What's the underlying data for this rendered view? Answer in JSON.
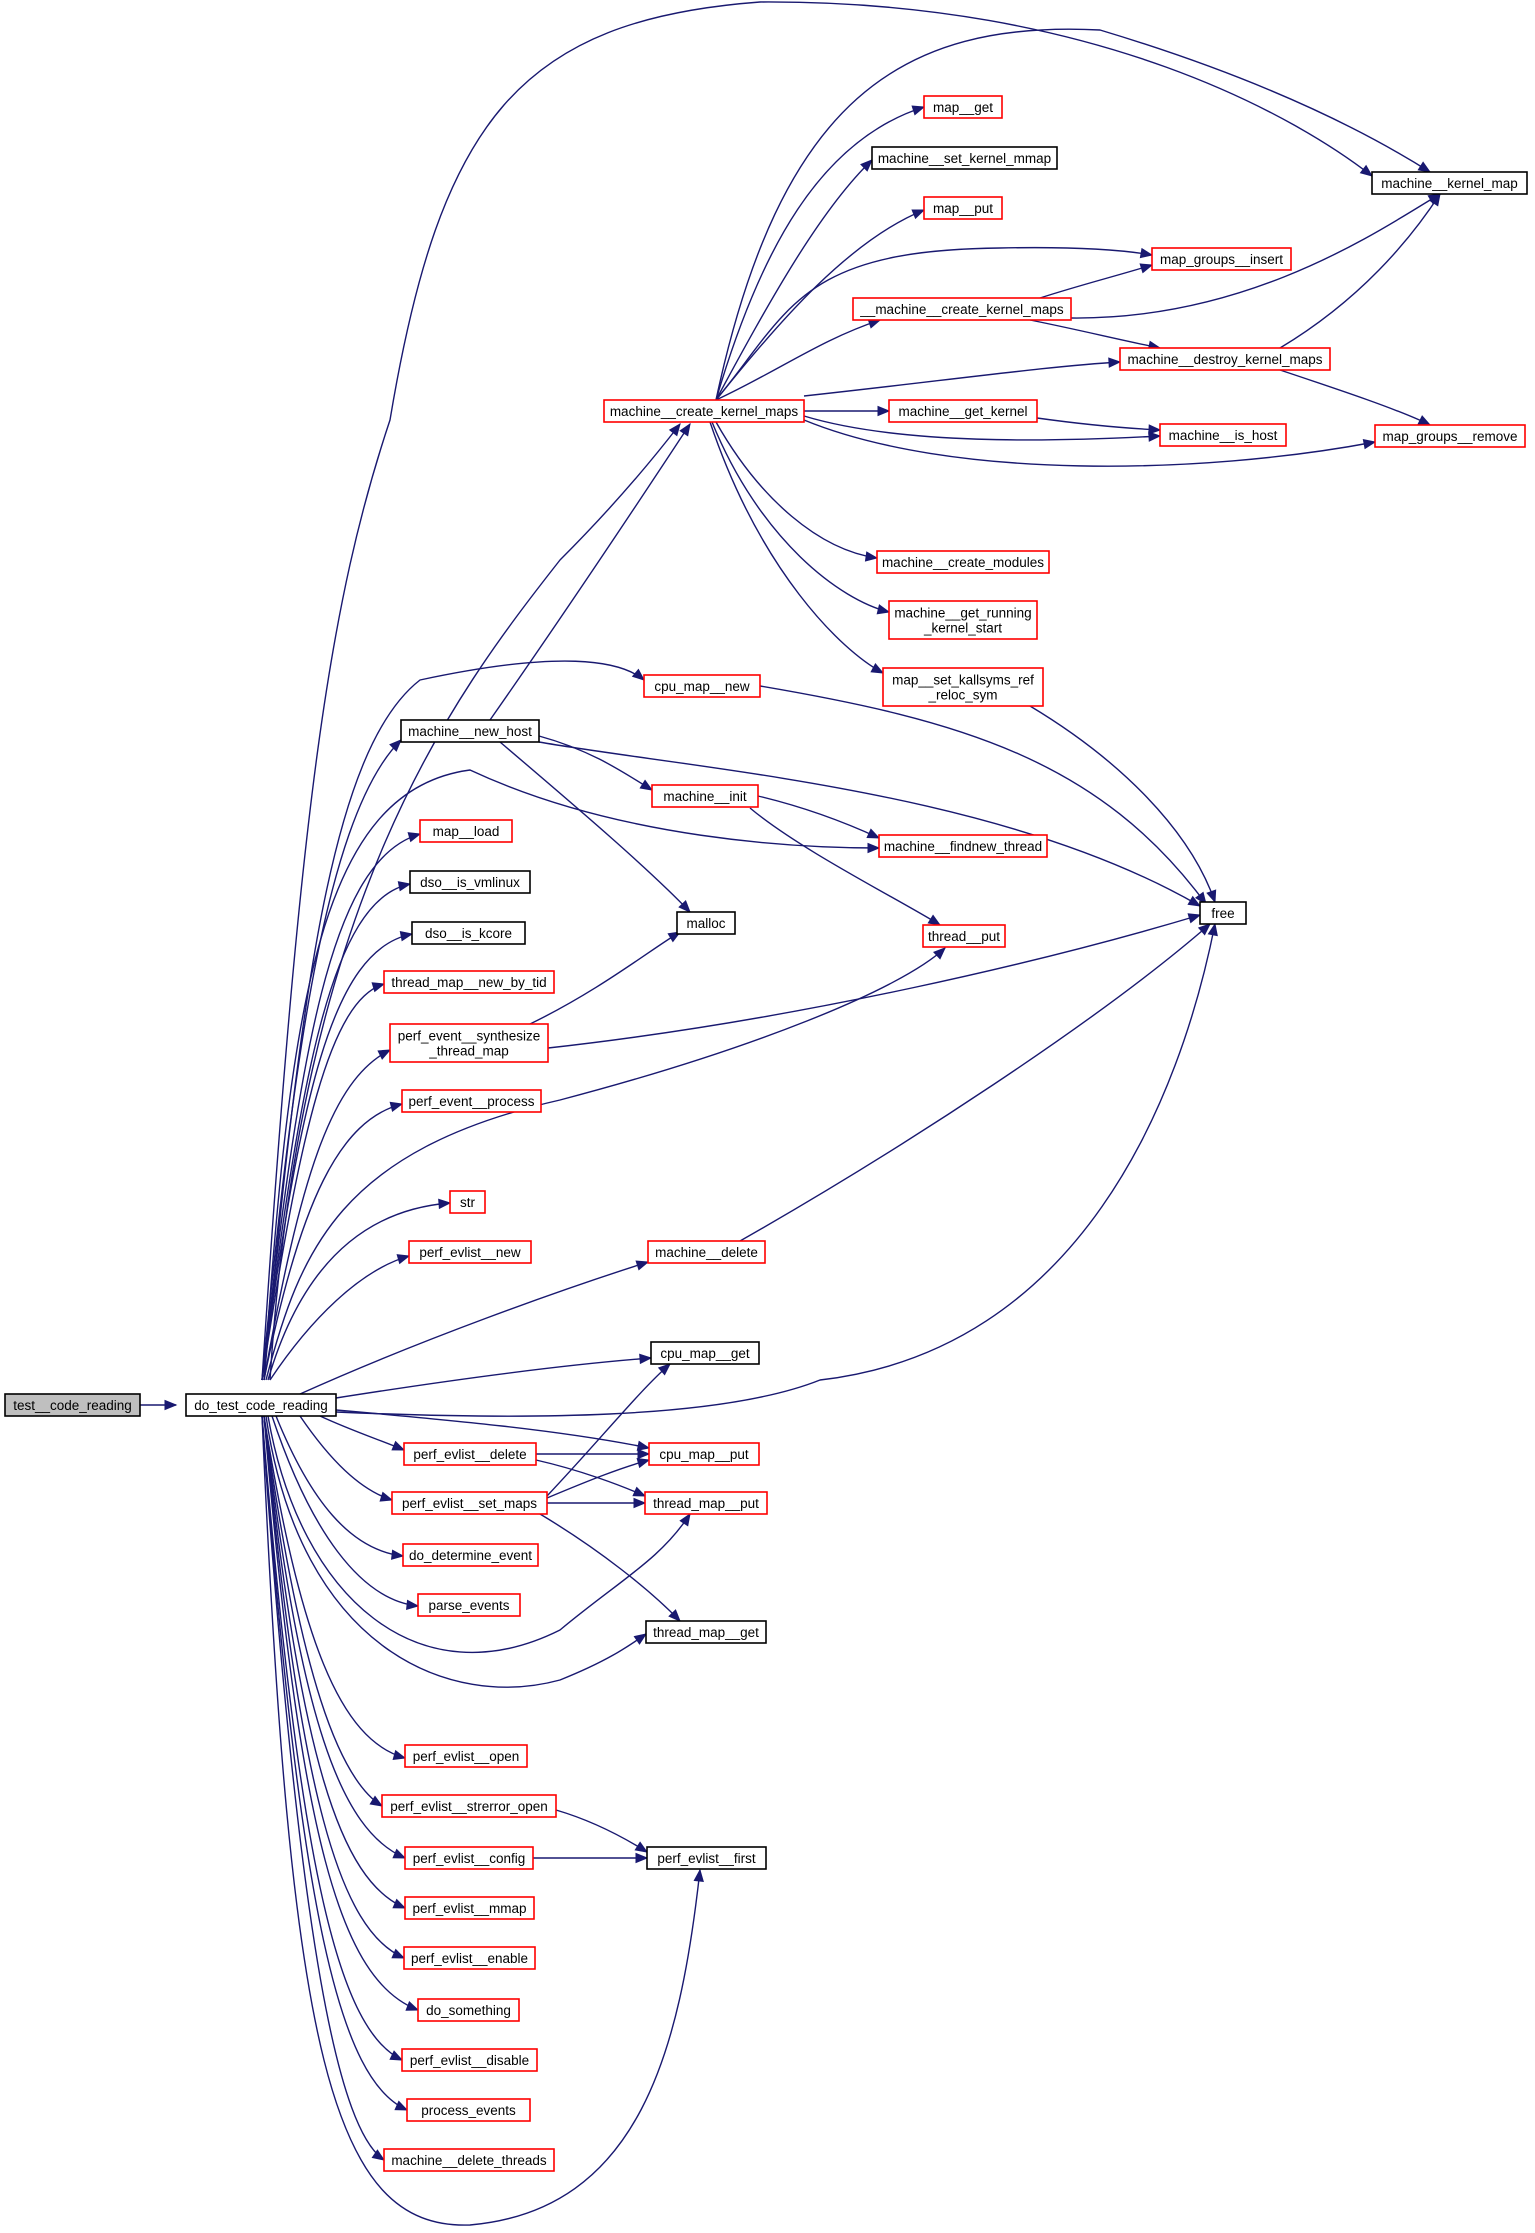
{
  "diagram": {
    "type": "call-graph",
    "colors": {
      "edge": "#191970",
      "node_border_linked": "#ff0000",
      "node_border_plain": "#000000",
      "root_fill": "#bfbfbf"
    },
    "nodes": [
      {
        "id": "test_code_reading",
        "lines": [
          "test__code_reading"
        ],
        "style": "root"
      },
      {
        "id": "do_test_code_reading",
        "lines": [
          "do_test_code_reading"
        ],
        "style": "black"
      },
      {
        "id": "machine_create_kernel_maps",
        "lines": [
          "machine__create_kernel_maps"
        ],
        "style": "red"
      },
      {
        "id": "cpu_map_new",
        "lines": [
          "cpu_map__new"
        ],
        "style": "red"
      },
      {
        "id": "machine_new_host",
        "lines": [
          "machine__new_host"
        ],
        "style": "black"
      },
      {
        "id": "map_load",
        "lines": [
          "map__load"
        ],
        "style": "red"
      },
      {
        "id": "dso_is_vmlinux",
        "lines": [
          "dso__is_vmlinux"
        ],
        "style": "black"
      },
      {
        "id": "dso_is_kcore",
        "lines": [
          "dso__is_kcore"
        ],
        "style": "black"
      },
      {
        "id": "thread_map_new_by_tid",
        "lines": [
          "thread_map__new_by_tid"
        ],
        "style": "red"
      },
      {
        "id": "perf_event_synthesize_thread_map",
        "lines": [
          "perf_event__synthesize",
          "_thread_map"
        ],
        "style": "red"
      },
      {
        "id": "perf_event_process",
        "lines": [
          "perf_event__process"
        ],
        "style": "red"
      },
      {
        "id": "str",
        "lines": [
          "str"
        ],
        "style": "red"
      },
      {
        "id": "perf_evlist_new",
        "lines": [
          "perf_evlist__new"
        ],
        "style": "red"
      },
      {
        "id": "machine_delete",
        "lines": [
          "machine__delete"
        ],
        "style": "red"
      },
      {
        "id": "cpu_map_get",
        "lines": [
          "cpu_map__get"
        ],
        "style": "black"
      },
      {
        "id": "perf_evlist_delete",
        "lines": [
          "perf_evlist__delete"
        ],
        "style": "red"
      },
      {
        "id": "cpu_map_put",
        "lines": [
          "cpu_map__put"
        ],
        "style": "red"
      },
      {
        "id": "perf_evlist_set_maps",
        "lines": [
          "perf_evlist__set_maps"
        ],
        "style": "red"
      },
      {
        "id": "thread_map_put",
        "lines": [
          "thread_map__put"
        ],
        "style": "red"
      },
      {
        "id": "do_determine_event",
        "lines": [
          "do_determine_event"
        ],
        "style": "red"
      },
      {
        "id": "parse_events",
        "lines": [
          "parse_events"
        ],
        "style": "red"
      },
      {
        "id": "thread_map_get",
        "lines": [
          "thread_map__get"
        ],
        "style": "black"
      },
      {
        "id": "perf_evlist_open",
        "lines": [
          "perf_evlist__open"
        ],
        "style": "red"
      },
      {
        "id": "perf_evlist_strerror_open",
        "lines": [
          "perf_evlist__strerror_open"
        ],
        "style": "red"
      },
      {
        "id": "perf_evlist_config",
        "lines": [
          "perf_evlist__config"
        ],
        "style": "red"
      },
      {
        "id": "perf_evlist_first",
        "lines": [
          "perf_evlist__first"
        ],
        "style": "black"
      },
      {
        "id": "perf_evlist_mmap",
        "lines": [
          "perf_evlist__mmap"
        ],
        "style": "red"
      },
      {
        "id": "perf_evlist_enable",
        "lines": [
          "perf_evlist__enable"
        ],
        "style": "red"
      },
      {
        "id": "do_something",
        "lines": [
          "do_something"
        ],
        "style": "red"
      },
      {
        "id": "perf_evlist_disable",
        "lines": [
          "perf_evlist__disable"
        ],
        "style": "red"
      },
      {
        "id": "process_events",
        "lines": [
          "process_events"
        ],
        "style": "red"
      },
      {
        "id": "machine_delete_threads",
        "lines": [
          "machine__delete_threads"
        ],
        "style": "red"
      },
      {
        "id": "map_get",
        "lines": [
          "map__get"
        ],
        "style": "red"
      },
      {
        "id": "machine_set_kernel_mmap",
        "lines": [
          "machine__set_kernel_mmap"
        ],
        "style": "black"
      },
      {
        "id": "map_put",
        "lines": [
          "map__put"
        ],
        "style": "red"
      },
      {
        "id": "machine_create_kernel_maps_priv",
        "lines": [
          "__machine__create_kernel_maps"
        ],
        "style": "red"
      },
      {
        "id": "machine_get_kernel",
        "lines": [
          "machine__get_kernel"
        ],
        "style": "red"
      },
      {
        "id": "machine_create_modules",
        "lines": [
          "machine__create_modules"
        ],
        "style": "red"
      },
      {
        "id": "machine_get_running_kernel_start",
        "lines": [
          "machine__get_running",
          "_kernel_start"
        ],
        "style": "red"
      },
      {
        "id": "map_set_kallsyms_ref_reloc_sym",
        "lines": [
          "map__set_kallsyms_ref",
          "_reloc_sym"
        ],
        "style": "red"
      },
      {
        "id": "machine_init",
        "lines": [
          "machine__init"
        ],
        "style": "red"
      },
      {
        "id": "machine_findnew_thread",
        "lines": [
          "machine__findnew_thread"
        ],
        "style": "red"
      },
      {
        "id": "malloc",
        "lines": [
          "malloc"
        ],
        "style": "black"
      },
      {
        "id": "thread_put",
        "lines": [
          "thread__put"
        ],
        "style": "red"
      },
      {
        "id": "machine_kernel_map",
        "lines": [
          "machine__kernel_map"
        ],
        "style": "black"
      },
      {
        "id": "map_groups_insert",
        "lines": [
          "map_groups__insert"
        ],
        "style": "red"
      },
      {
        "id": "machine_destroy_kernel_maps",
        "lines": [
          "machine__destroy_kernel_maps"
        ],
        "style": "red"
      },
      {
        "id": "machine_is_host",
        "lines": [
          "machine__is_host"
        ],
        "style": "red"
      },
      {
        "id": "map_groups_remove",
        "lines": [
          "map_groups__remove"
        ],
        "style": "red"
      },
      {
        "id": "free",
        "lines": [
          "free"
        ],
        "style": "black"
      }
    ]
  }
}
